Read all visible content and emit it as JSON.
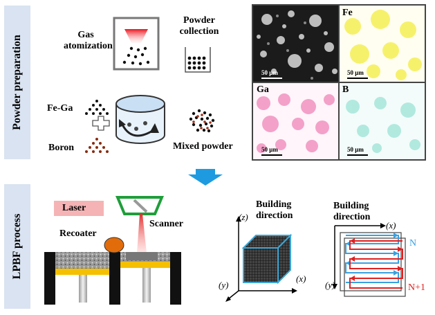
{
  "sections": {
    "powder_preparation": "Powder preparation",
    "lpbf_process": "LPBF process"
  },
  "powder": {
    "gas_atomization": "Gas\natomization",
    "powder_collection": "Powder\ncollection",
    "fe_ga": "Fe-Ga",
    "boron": "Boron",
    "mixed_powder": "Mixed powder"
  },
  "micrographs": {
    "scale": "50 μm",
    "panels": [
      {
        "element": "",
        "tint": "#1a1a1a"
      },
      {
        "element": "Fe",
        "tint": "#f0e800"
      },
      {
        "element": "Ga",
        "tint": "#e8509a"
      },
      {
        "element": "B",
        "tint": "#38c8b0"
      }
    ]
  },
  "lpbf": {
    "laser": "Laser",
    "scanner": "Scanner",
    "recoater": "Recoater",
    "building_direction_1": "Building\ndirection",
    "building_direction_2": "Building\ndirection",
    "axis_z": "(z)",
    "axis_y": "(y)",
    "axis_x": "(x)",
    "axis_x2": "(x)",
    "axis_y2": "(y)",
    "layer_n": "N",
    "layer_n1": "N+1"
  },
  "colors": {
    "sidebar": "#d9e3f1",
    "arrow": "#1e9be0",
    "laser_box": "#f5b3b5",
    "scanner": "#1f9e3a",
    "recoater": "#e36c0a",
    "platform": "#f5c000",
    "cube_edge": "#3aa6d8",
    "scan_blue": "#3aa0e0",
    "scan_red": "#e02020"
  }
}
